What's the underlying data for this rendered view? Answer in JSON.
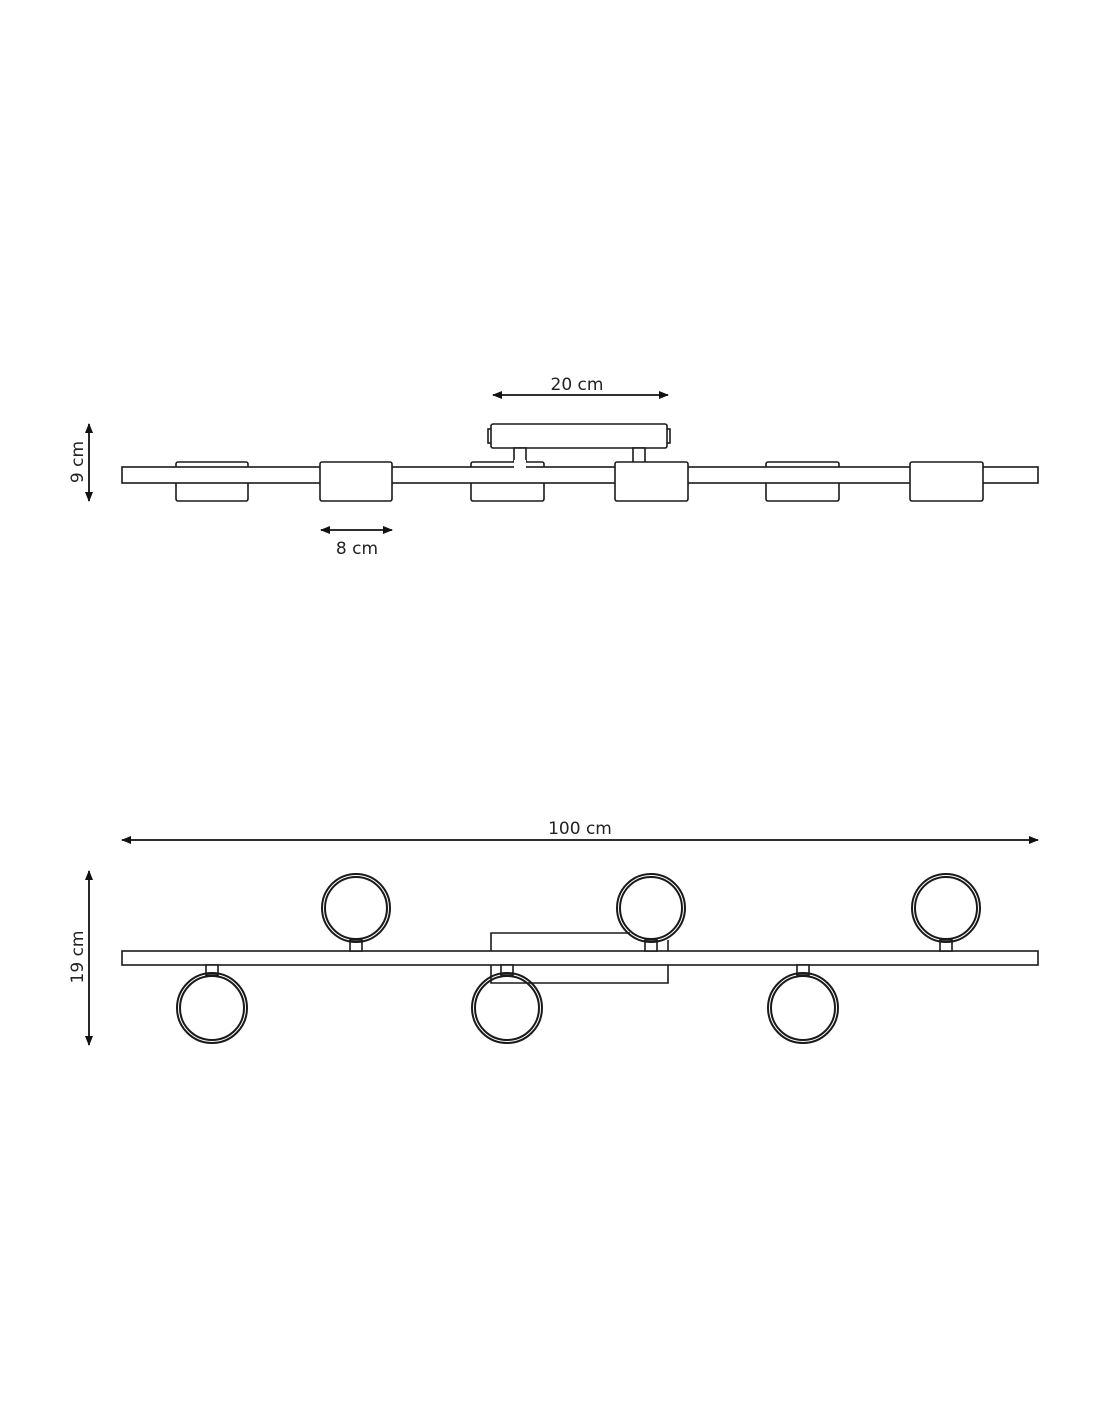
{
  "side_view": {
    "height_label": "9 cm",
    "canopy_width_label": "20 cm",
    "shade_width_label": "8 cm"
  },
  "top_view": {
    "length_label": "100 cm",
    "depth_label": "19 cm"
  },
  "colors": {
    "line": "#1a1a1a",
    "background": "#ffffff"
  }
}
